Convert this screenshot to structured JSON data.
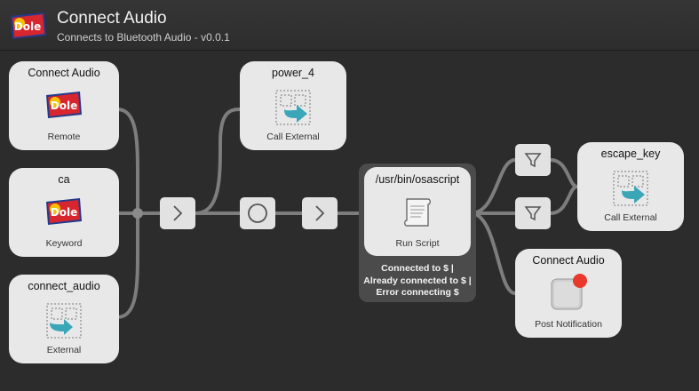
{
  "header": {
    "title": "Connect Audio",
    "subtitle": "Connects to Bluetooth Audio - v0.0.1",
    "logo_text": "Dole"
  },
  "nodes": {
    "remote": {
      "title": "Connect Audio",
      "subtitle": "Remote",
      "logo_text": "Dole"
    },
    "keyword": {
      "title": "ca",
      "subtitle": "Keyword",
      "logo_text": "Dole"
    },
    "external_trigger": {
      "title": "connect_audio",
      "subtitle": "External"
    },
    "call_external_power": {
      "title": "power_4",
      "subtitle": "Call External"
    },
    "run_script": {
      "title": "/usr/bin/osascript",
      "subtitle": "Run Script",
      "output_lines": [
        "Connected to $ |",
        "Already connected to $ |",
        "Error connecting $"
      ]
    },
    "call_external_escape": {
      "title": "escape_key",
      "subtitle": "Call External"
    },
    "post_notification": {
      "title": "Connect Audio",
      "subtitle": "Post Notification"
    }
  },
  "icons": {
    "external": "external-arrow-icon",
    "script": "script-scroll-icon",
    "notification": "notification-icon",
    "filter": "filter-funnel-icon",
    "arg": "chevron-right-icon",
    "junction": "circle-icon"
  },
  "colors": {
    "accent_teal": "#3aa6b8",
    "logo_red": "#d8262f",
    "logo_yellow": "#f6c200",
    "logo_blue": "#233a8b",
    "badge_red": "#e8392d"
  }
}
